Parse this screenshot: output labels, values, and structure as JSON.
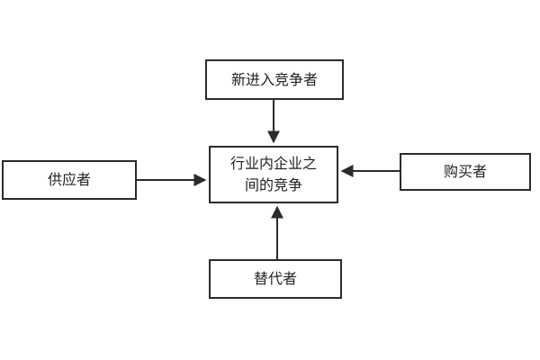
{
  "diagram": {
    "nodes": {
      "new_entrants": "新进入竞争者",
      "rivalry": "行业内企业之\n间的竞争",
      "suppliers": "供应者",
      "buyers": "购买者",
      "substitutes": "替代者"
    },
    "edges": [
      {
        "from": "new_entrants",
        "to": "rivalry"
      },
      {
        "from": "suppliers",
        "to": "rivalry"
      },
      {
        "from": "buyers",
        "to": "rivalry"
      },
      {
        "from": "substitutes",
        "to": "rivalry"
      }
    ],
    "colors": {
      "stroke": "#2b2b2b",
      "text": "#222222",
      "background": "#ffffff"
    }
  }
}
